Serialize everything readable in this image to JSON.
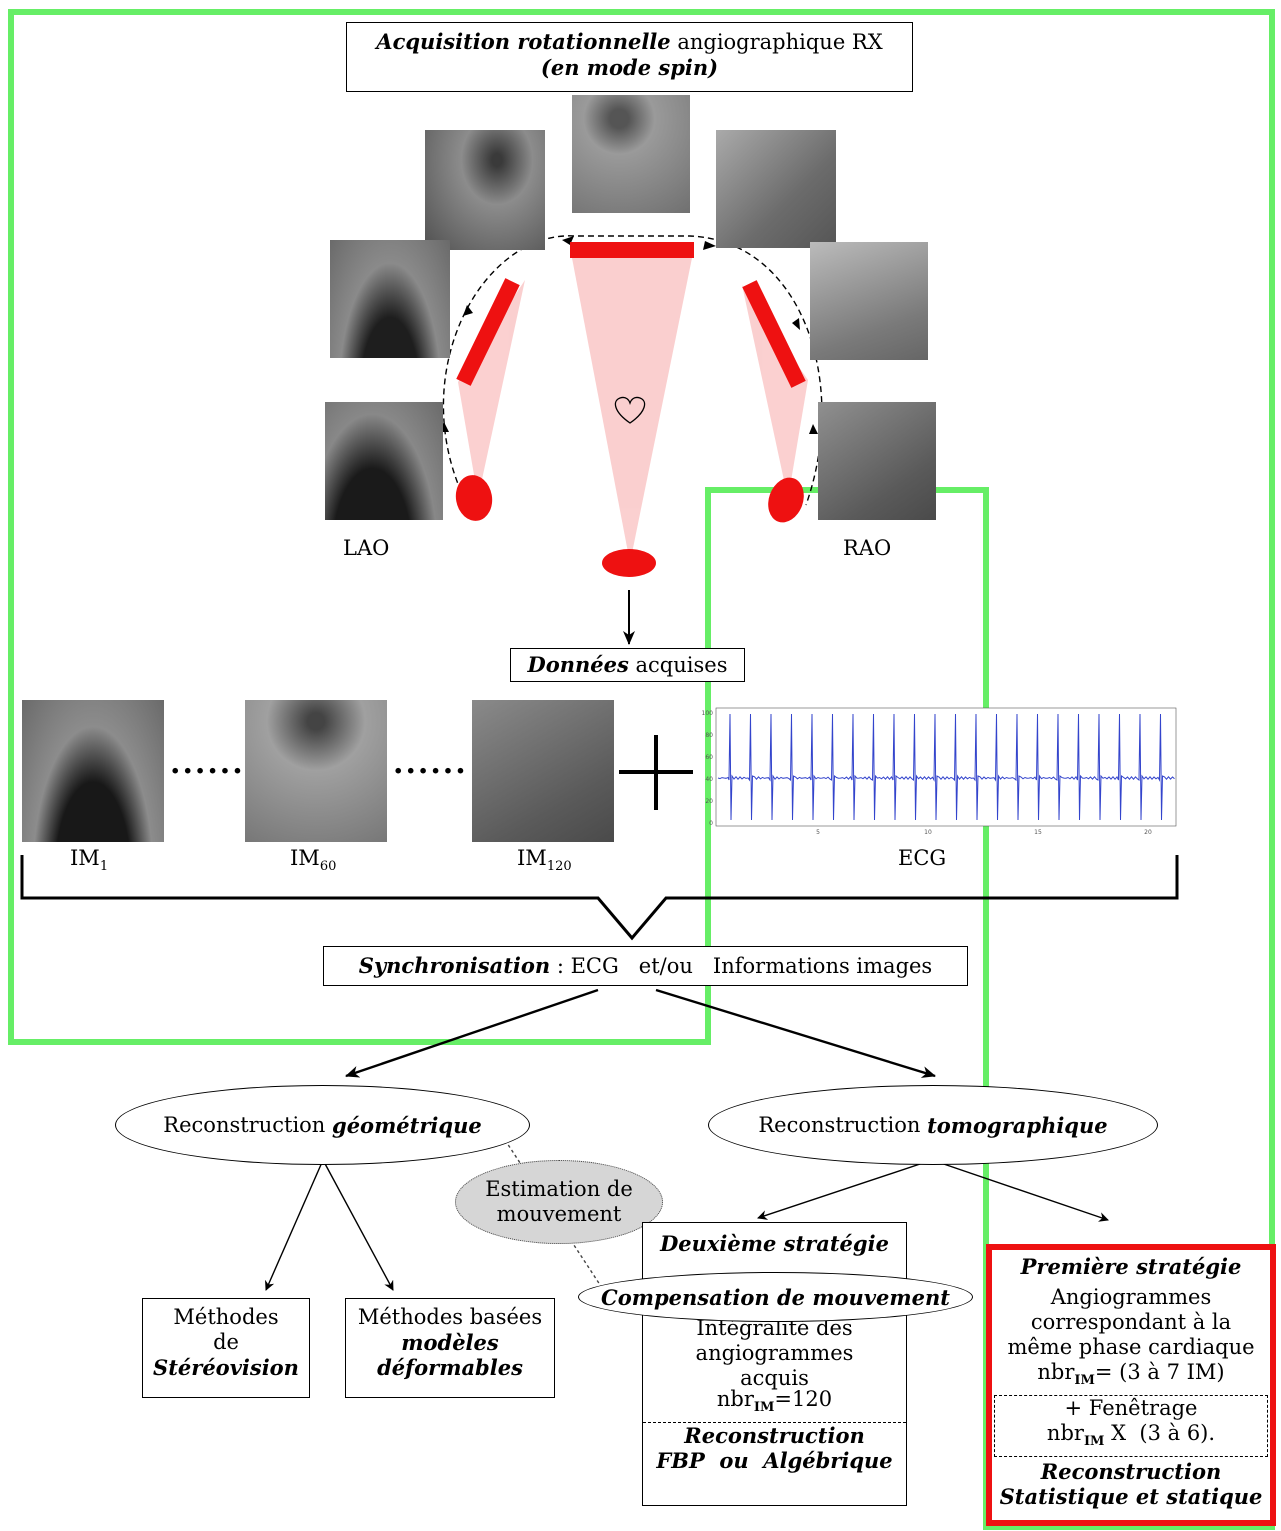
{
  "acquisition": {
    "title_bold": "Acquisition rotationnelle",
    "title_rest": " angiographique RX",
    "subtitle": "(en mode spin)",
    "lao_label": "LAO",
    "rao_label": "RAO"
  },
  "data_box": {
    "bold": "Données",
    "rest": " acquises"
  },
  "images": {
    "im1_base": "IM",
    "im1_sub": "1",
    "im60_base": "IM",
    "im60_sub": "60",
    "im120_base": "IM",
    "im120_sub": "120",
    "ecg_label": "ECG",
    "dots": "......"
  },
  "ecg_chart": {
    "y_ticks": [
      "100",
      "80",
      "60",
      "40",
      "20",
      "0"
    ],
    "x_ticks": [
      "5",
      "10",
      "15",
      "20"
    ]
  },
  "sync": {
    "bold": "Synchronisation",
    "rest": " : ECG   et/ou   Informations images"
  },
  "geo": {
    "prefix": "Reconstruction ",
    "bold": "géométrique"
  },
  "tomo": {
    "prefix": "Reconstruction ",
    "bold": "tomographique"
  },
  "stereo": {
    "line1": "Méthodes",
    "line2": "de",
    "line3": "Stéréovision"
  },
  "deform": {
    "line1": "Méthodes basées",
    "line2": "modèles",
    "line3": "déformables"
  },
  "motion_est": {
    "line1": "Estimation de",
    "line2": "mouvement"
  },
  "second": {
    "title": "Deuxième stratégie",
    "ellipse": "Compensation de mouvement",
    "line1": "Intégralité des",
    "line2": "angiogrammes",
    "line3": "acquis",
    "nbr_base": "nbr",
    "nbr_sub": "IM",
    "nbr_rest": "=120",
    "recon1": "Reconstruction",
    "recon2": "FBP  ou  Algébrique"
  },
  "first": {
    "title": "Première stratégie",
    "line1": "Angiogrammes",
    "line2": "correspondant à la",
    "line3": "même phase cardiaque",
    "nbr_base": "nbr",
    "nbr_sub": "IM",
    "nbr_rest": "= (3 à 7 IM)",
    "window1": "+ Fenêtrage",
    "window2_base": "nbr",
    "window2_sub": "IM",
    "window2_rest": " X  (3 à 6).",
    "recon1": "Reconstruction",
    "recon2": "Statistique et statique"
  },
  "colors": {
    "green": "#66ee66",
    "red": "#ee1111",
    "beam": "#f8b0b0",
    "ecg": "#3344cc"
  }
}
